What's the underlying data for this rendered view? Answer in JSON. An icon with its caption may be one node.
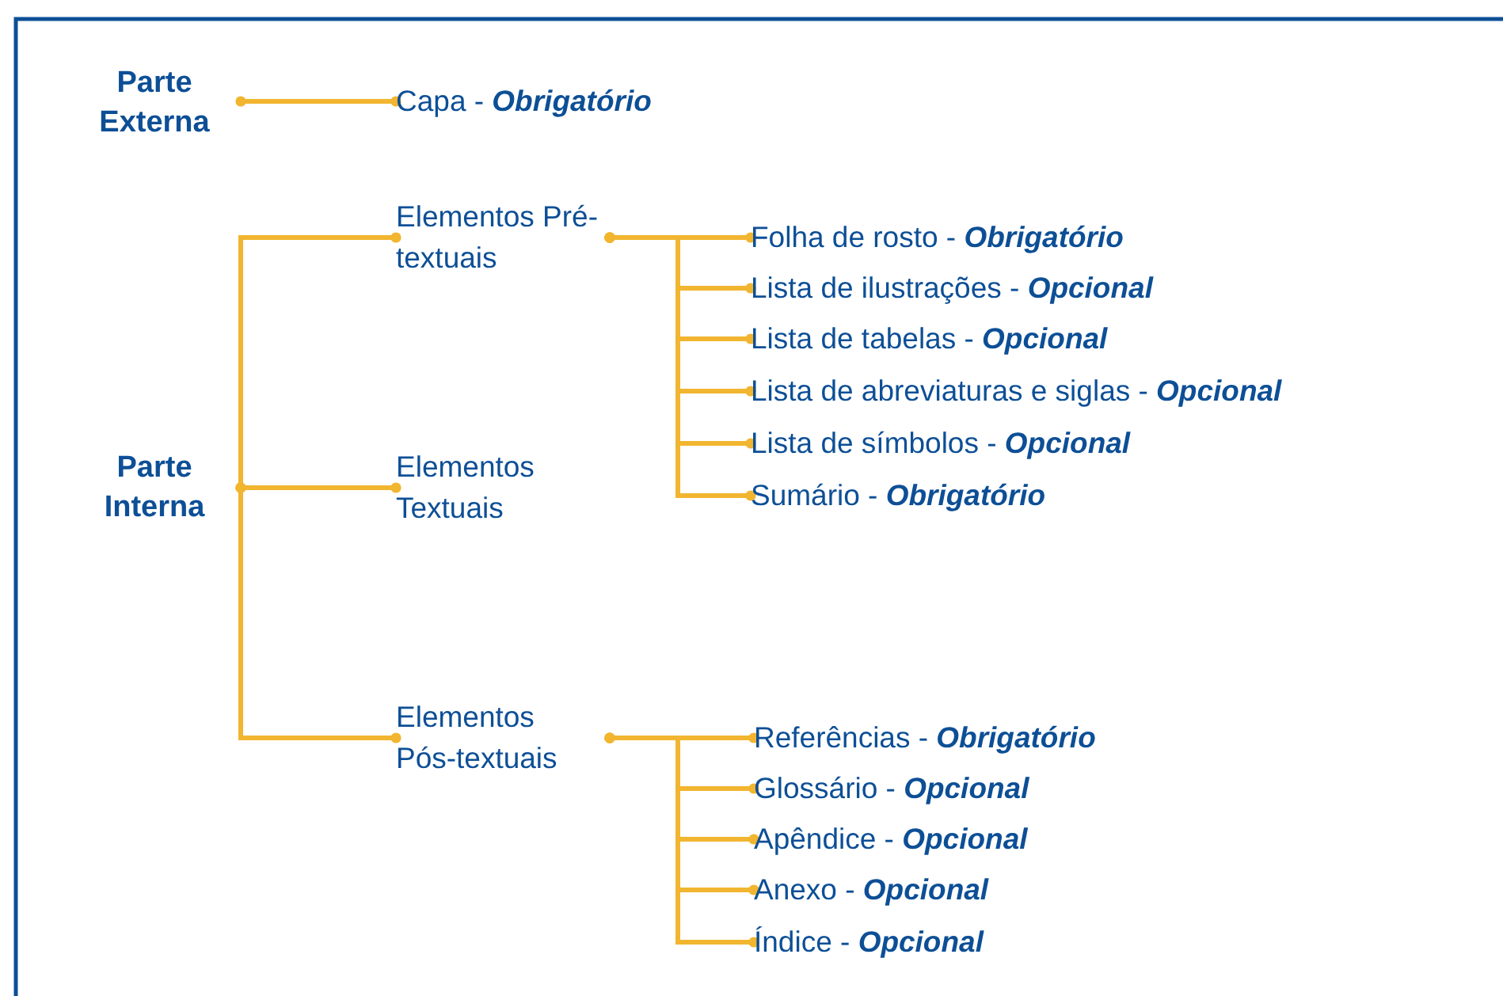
{
  "diagram": {
    "nodes": [
      {
        "text": [
          "Parte Externa"
        ]
      },
      {
        "text": [
          "Capa - **Obrigatório**"
        ]
      },
      {
        "text": [
          "Parte Interna"
        ]
      },
      {
        "text": [
          "Elementos Pré-textuais"
        ]
      },
      {
        "text": [
          "Elementos Textuais"
        ]
      },
      {
        "text": [
          "Elementos Pós-textuais"
        ]
      },
      {
        "text": [
          "Folha de rosto - **Obrigatório**"
        ]
      },
      {
        "text": [
          "Lista de ilustrações - **Opcional**"
        ]
      },
      {
        "text": [
          "Lista de tabelas - **Opcional**"
        ]
      },
      {
        "text": [
          "Lista de abreviaturas e siglas - **Opcional**"
        ]
      },
      {
        "text": [
          "Lista de símbolos - **Opcional**"
        ]
      },
      {
        "text": [
          "Sumário - **Obrigatório**"
        ]
      },
      {
        "text": [
          "Referências - **Obrigatório**"
        ]
      },
      {
        "text": [
          "Glossário - **Opcional**"
        ]
      },
      {
        "text": [
          "Apêndice - **Opcional**"
        ]
      },
      {
        "text": [
          "Anexo - **Opcional**"
        ]
      },
      {
        "text": [
          "Índice - **Opcional**"
        ]
      }
    ],
    "edges": [
      {
        "from": 0,
        "to": 1,
        "arrow": "other"
      },
      {
        "from": 2,
        "to": 3,
        "arrow": "other"
      },
      {
        "from": 2,
        "to": 4,
        "arrow": "other"
      },
      {
        "from": 2,
        "to": 5,
        "arrow": "other"
      },
      {
        "from": 3,
        "to": 6,
        "arrow": "other"
      },
      {
        "from": 3,
        "to": 7,
        "arrow": "other"
      },
      {
        "from": 3,
        "to": 8,
        "arrow": "other"
      },
      {
        "from": 3,
        "to": 9,
        "arrow": "other"
      },
      {
        "from": 3,
        "to": 10,
        "arrow": "other"
      },
      {
        "from": 3,
        "to": 11,
        "arrow": "other"
      },
      {
        "from": 5,
        "to": 12,
        "arrow": "other"
      },
      {
        "from": 5,
        "to": 13,
        "arrow": "other"
      },
      {
        "from": 5,
        "to": 14,
        "arrow": "other"
      },
      {
        "from": 5,
        "to": 15,
        "arrow": "other"
      },
      {
        "from": 5,
        "to": 16,
        "arrow": "other"
      }
    ]
  }
}
